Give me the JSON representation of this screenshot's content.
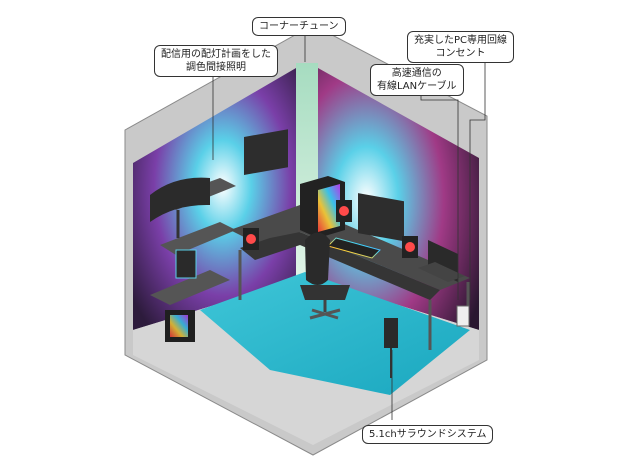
{
  "callouts": {
    "corner_tune": "コーナーチューン",
    "lighting_line1": "配信用の配灯計画をした",
    "lighting_line2": "調色間接照明",
    "outlet_line1": "充実したPC専用回線",
    "outlet_line2": "コンセント",
    "lan_line1": "高速通信の",
    "lan_line2": "有線LANケーブル",
    "surround": "5.1chサラウンドシステム"
  },
  "colors": {
    "outline": "#7f7f7f",
    "floor": "#29b6c9",
    "left_wall_glow": "#8a3a9c",
    "right_wall_glow": "#a8367f",
    "corner_light": "#b9e2c4",
    "desk": "#4a4a4a"
  }
}
